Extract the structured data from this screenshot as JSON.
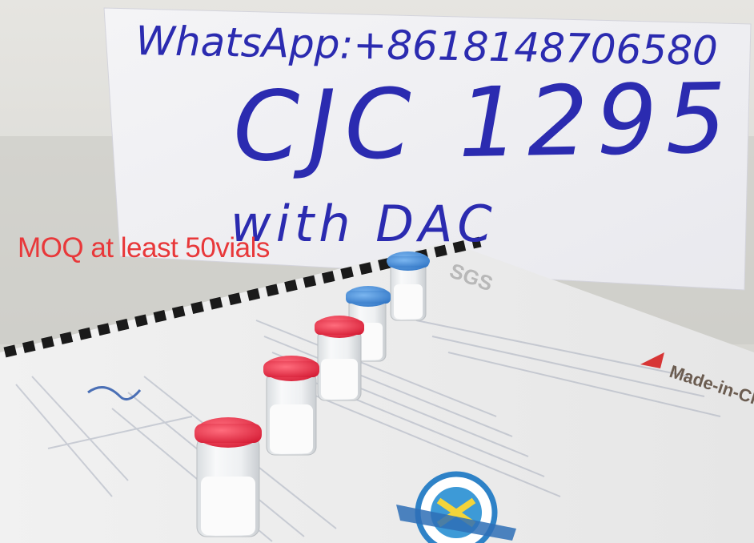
{
  "top_caption": "",
  "overlay_text": "MOQ at least 50vials",
  "sign": {
    "line1": "WhatsApp:+8618148706580",
    "line2": "CJC 1295",
    "line3": "with DAC"
  },
  "document": {
    "watermark": "SGS",
    "brand": "Made-in-China"
  },
  "colors": {
    "overlay_text": "#e8383a",
    "handwriting": "#2b2bb0",
    "red_cap": "#e8253f",
    "blue_cap": "#3b86d6"
  }
}
